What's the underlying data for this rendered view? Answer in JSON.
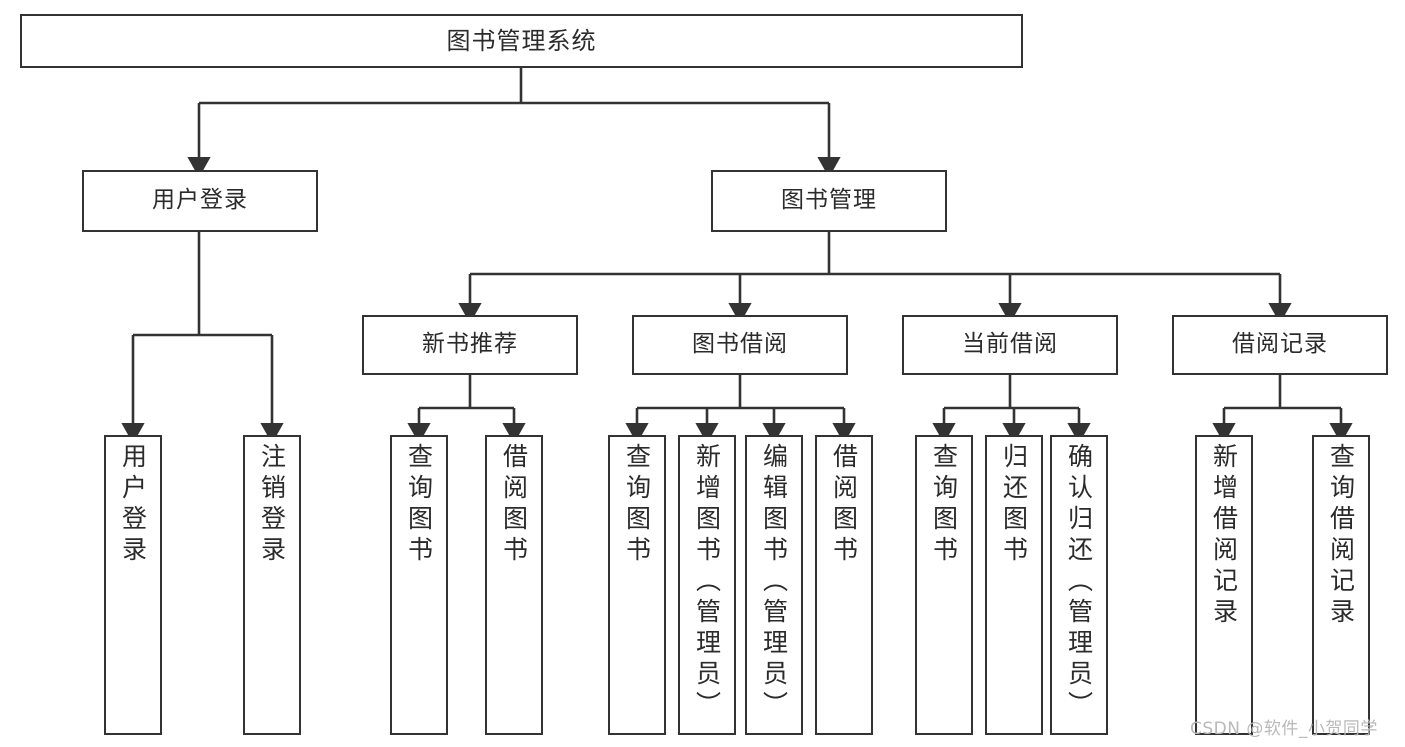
{
  "diagram": {
    "type": "tree-hierarchy",
    "title": "图书管理系统",
    "orientation": "top-down",
    "colors": {
      "box_border": "#333333",
      "box_fill": "#ffffff",
      "connector": "#333333",
      "text": "#2b2b2b",
      "watermark": "#b9b9b9"
    },
    "nodes": {
      "root": {
        "label": "图书管理系统"
      },
      "level1": [
        {
          "label": "用户登录"
        },
        {
          "label": "图书管理"
        }
      ],
      "level2": [
        {
          "label": "新书推荐"
        },
        {
          "label": "图书借阅"
        },
        {
          "label": "当前借阅"
        },
        {
          "label": "借阅记录"
        }
      ],
      "leaves_user_login": [
        {
          "label": "用户登录"
        },
        {
          "label": "注销登录"
        }
      ],
      "leaves_new_book": [
        {
          "label": "查询图书"
        },
        {
          "label": "借阅图书"
        }
      ],
      "leaves_borrow": [
        {
          "label": "查询图书"
        },
        {
          "label": "新增图书（管理员）"
        },
        {
          "label": "编辑图书（管理员）"
        },
        {
          "label": "借阅图书"
        }
      ],
      "leaves_current": [
        {
          "label": "查询图书"
        },
        {
          "label": "归还图书"
        },
        {
          "label": "确认归还（管理员）"
        }
      ],
      "leaves_records": [
        {
          "label": "新增借阅记录"
        },
        {
          "label": "查询借阅记录"
        }
      ]
    }
  },
  "watermark": {
    "text": "CSDN @软件_小贺同学"
  }
}
